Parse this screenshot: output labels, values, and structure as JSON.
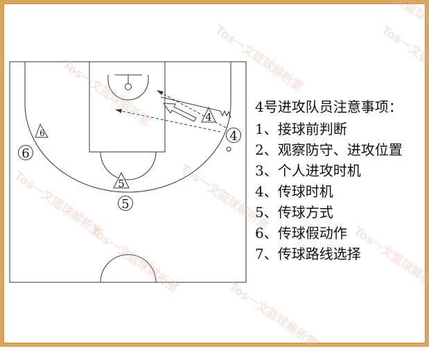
{
  "notes": {
    "title": "4号进攻队员注意事项：",
    "items": [
      "1、接球前判断",
      "2、观察防守、进攻位置",
      "3、个人进攻时机",
      "4、传球时机",
      "5、传球方式",
      "6、传球假动作",
      "7、传球路线选择"
    ]
  },
  "players": {
    "offense_4": "4",
    "offense_5": "5",
    "offense_6": "6",
    "defense_4": "4",
    "defense_5": "5",
    "defense_6": "6"
  },
  "watermark": "Tos一文篮球解析室",
  "colors": {
    "line": "#333333",
    "frame": "#d9a65c"
  }
}
